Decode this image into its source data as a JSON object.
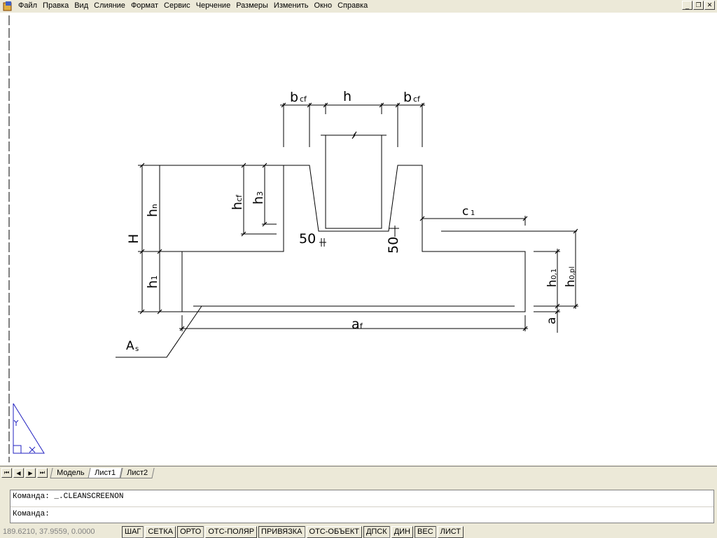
{
  "menu": {
    "items": [
      "Файл",
      "Правка",
      "Вид",
      "Слияние",
      "Формат",
      "Сервис",
      "Черчение",
      "Размеры",
      "Изменить",
      "Окно",
      "Справка"
    ]
  },
  "window_controls": {
    "minimize": "_",
    "restore": "❐",
    "close": "✕"
  },
  "drawing": {
    "labels": {
      "bcf_left": "b",
      "bcf_left_sub": "cf",
      "h_top": "h",
      "bcf_right": "b",
      "bcf_right_sub": "cf",
      "H": "H",
      "hn": "h",
      "hn_sub": "n",
      "hcf": "h",
      "hcf_sub": "cf",
      "h3": "h",
      "h3_sub": "3",
      "h1": "h",
      "h1_sub": "1",
      "c1": "c",
      "c1_sub": "1",
      "fifty_left": "50",
      "fifty_right": "50",
      "h01": "h",
      "h01_sub": "0,1",
      "h0pl": "h",
      "h0pl_sub": "0,pl",
      "a": "a",
      "af": "a",
      "af_sub": "f",
      "As": "A",
      "As_sub": "s"
    },
    "ucs": {
      "x": "X",
      "y": "Y"
    }
  },
  "tabs": {
    "items": [
      {
        "label": "Модель",
        "active": false
      },
      {
        "label": "Лист1",
        "active": true
      },
      {
        "label": "Лист2",
        "active": false
      }
    ]
  },
  "command": {
    "line1": "Команда: _.CLEANSCREENON",
    "line2": "Команда:"
  },
  "status": {
    "coords": "189.6210, 37.9559, 0.0000",
    "buttons": [
      "ШАГ",
      "СЕТКА",
      "ОРТО",
      "ОТС-ПОЛЯР",
      "ПРИВЯЗКА",
      "ОТС-ОБЪЕКТ",
      "ДПСК",
      "ДИН",
      "ВЕС",
      "ЛИСТ"
    ]
  }
}
